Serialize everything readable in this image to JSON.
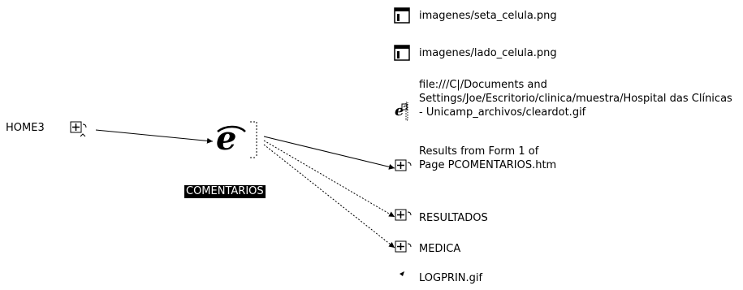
{
  "nodes": {
    "home3": {
      "label": "HOME3",
      "icon": "page-link-icon"
    },
    "comentarios": {
      "label": "COMENTARIOS",
      "icon": "ie-page-icon",
      "selected": true
    },
    "seta_celula": {
      "label": "imagenes/seta_celula.png",
      "icon": "image-file-icon"
    },
    "lado_celula": {
      "label": "imagenes/lado_celula.png",
      "icon": "image-file-icon"
    },
    "cleardot": {
      "label": "file:///C|/Documents and Settings/Joe/Escritorio/clinica/muestra/Hospital das Clínicas - Unicamp_archivos/cleardot.gif",
      "icon": "ie-link-icon"
    },
    "results_form": {
      "label": "Results from Form 1 of Page PCOMENTARIOS.htm",
      "icon": "page-link-icon"
    },
    "resultados": {
      "label": "RESULTADOS",
      "icon": "page-link-icon"
    },
    "medica": {
      "label": "MEDICA",
      "icon": "page-link-icon"
    },
    "logprin": {
      "label": "LOGPRIN.gif",
      "icon": "bullet-icon"
    }
  },
  "colors": {
    "line": "#000000",
    "selection_bg": "#000000",
    "selection_text": "#ffffff"
  }
}
